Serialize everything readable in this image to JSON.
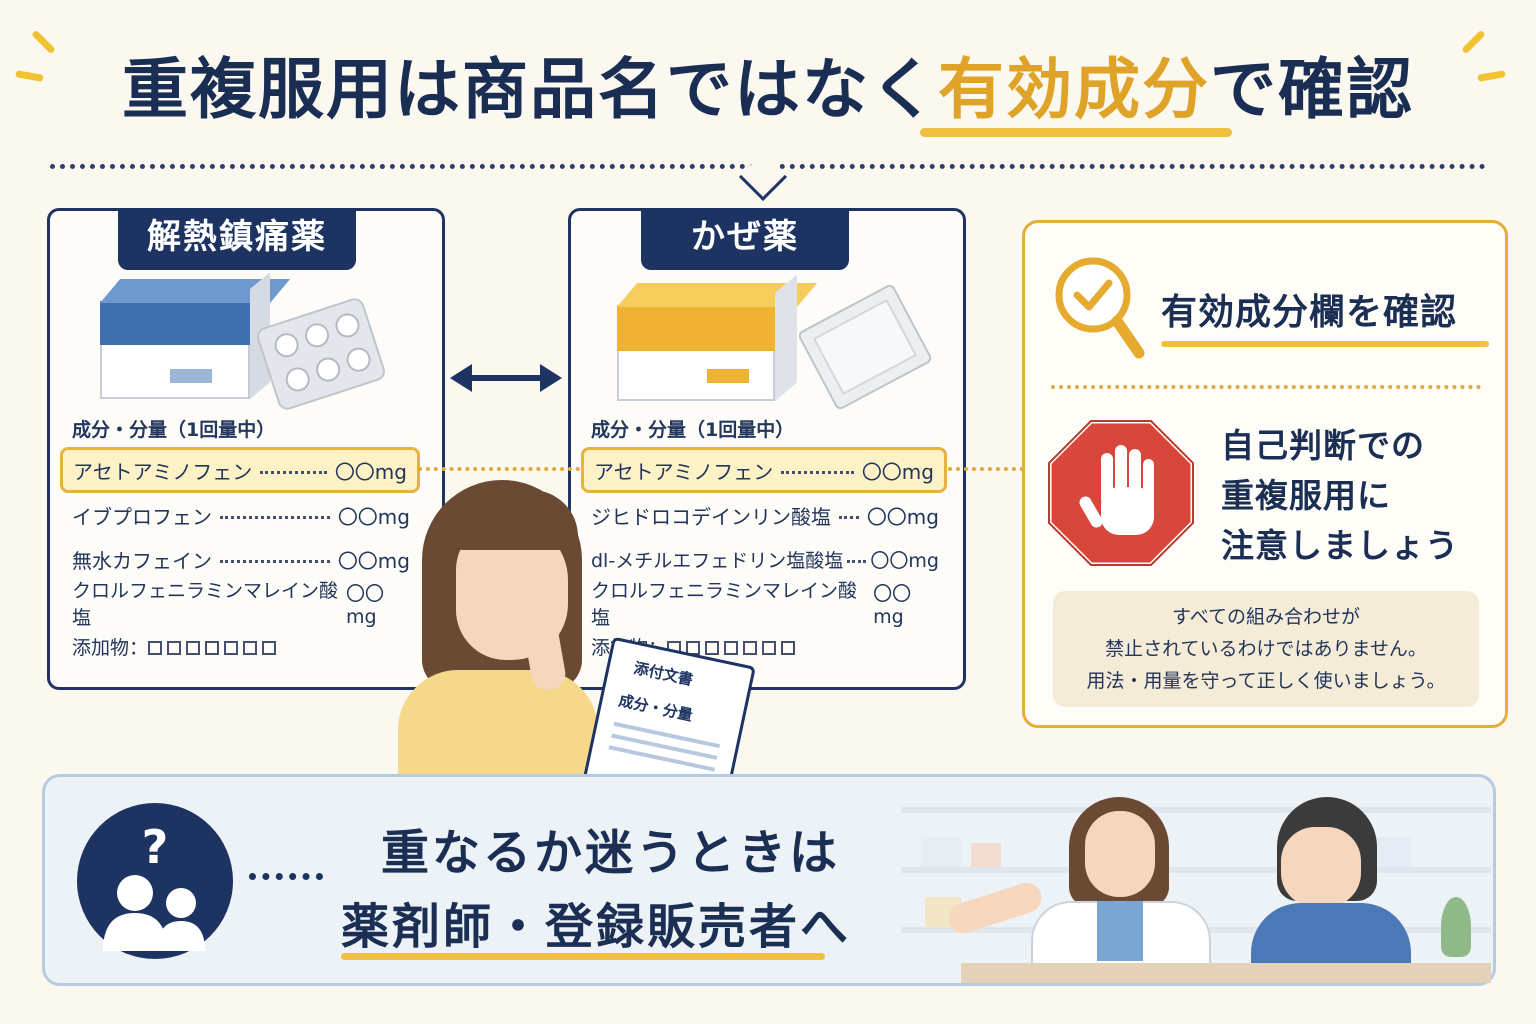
{
  "title": {
    "before": "重複服用は商品名ではなく",
    "highlight": "有効成分",
    "after": "で確認"
  },
  "cards": [
    {
      "label": "解熱鎮痛薬",
      "ingredients_header": "成分・分量（1回量中）",
      "ingredients": [
        {
          "name": "アセトアミノフェン",
          "amount": "〇〇mg",
          "highlighted": true
        },
        {
          "name": "イブプロフェン",
          "amount": "〇〇mg",
          "highlighted": false
        },
        {
          "name": "無水カフェイン",
          "amount": "〇〇mg",
          "highlighted": false
        },
        {
          "name": "クロルフェニラミンマレイン酸塩",
          "amount": "〇〇mg",
          "highlighted": false
        }
      ],
      "additive_label": "添加物：",
      "additive_boxes": 7
    },
    {
      "label": "かぜ薬",
      "ingredients_header": "成分・分量（1回量中）",
      "ingredients": [
        {
          "name": "アセトアミノフェン",
          "amount": "〇〇mg",
          "highlighted": true
        },
        {
          "name": "ジヒドロコデインリン酸塩",
          "amount": "〇〇mg",
          "highlighted": false
        },
        {
          "name": "dl-メチルエフェドリン塩酸塩",
          "amount": "〇〇mg",
          "highlighted": false
        },
        {
          "name": "クロルフェニラミンマレイン酸塩",
          "amount": "〇〇mg",
          "highlighted": false
        }
      ],
      "additive_label": "添加物：",
      "additive_boxes": 7
    }
  ],
  "document": {
    "title": "添付文書",
    "subtitle": "成分・分量"
  },
  "right_panel": {
    "check_title": "有効成分欄を確認",
    "warning_lines": [
      "自己判断での",
      "重複服用に",
      "注意しましょう"
    ],
    "note_lines": [
      "すべての組み合わせが",
      "禁止されているわけではありません。",
      "用法・用量を守って正しく使いましょう。"
    ]
  },
  "bottom_panel": {
    "line1": "重なるか迷うときは",
    "line2": "薬剤師・登録販売者へ"
  },
  "icons": {
    "question": "question-people-icon",
    "magnifier": "magnifier-check-icon",
    "stop": "stop-hand-icon",
    "arrow": "double-arrow-icon"
  },
  "colors": {
    "navy": "#1d3462",
    "gold": "#e5ae3a",
    "stop_red": "#d9463b"
  }
}
